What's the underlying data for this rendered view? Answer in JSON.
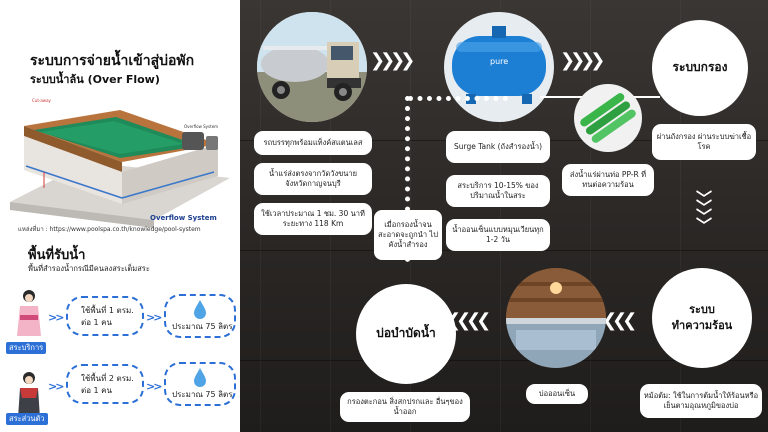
{
  "left": {
    "title": "ระบบการจ่ายน้ำเข้าสู่บ่อพัก",
    "subtitle": "ระบบน้ำล้น (Over Flow)",
    "illustration_caption": "Overflow System",
    "reference": "แหล่งที่มา : https://www.poolspa.co.th/knowledge/pool-system",
    "area_heading": "พื้นที่รับน้ำ",
    "area_subheading": "พื้นที่สำรองน้ำกรณีมีคนลงสระเต็มสระ",
    "rows": [
      {
        "tag": "สระบริการ",
        "usage_line1": "ใช้พื้นที่ 1 ตรม.",
        "usage_line2": "ต่อ 1 คน",
        "volume": "ประมาณ 75 ลิตร"
      },
      {
        "tag": "สระส่วนตัว",
        "usage_line1": "ใช้พื้นที่ 2 ตรม.",
        "usage_line2": "ต่อ 1 คน",
        "volume": "ประมาณ 75 ลิตร"
      }
    ],
    "colors": {
      "accent": "#2c6fd6"
    }
  },
  "flow": {
    "truck": {
      "icon": "water-truck-icon",
      "boxes": [
        "รถบรรทุกพร้อมแท็งค์สแตนเลส",
        "น้ำแร่ส่งตรงจากวัดวังขนาย จังหวัดกาญจนบุรี",
        "ใช้เวลาประมาณ 1 ชม. 30 นาที ระยะทาง 118 Km"
      ]
    },
    "tank": {
      "icon": "surge-tank-icon",
      "tank_brand": "pure",
      "boxes": [
        "Surge Tank (ถังสำรองน้ำ)",
        "สระบริการ 10-15% ของปริมาณน้ำในสระ",
        "น้ำออนเซ็นแบบหมุนเวียนทุก 1-2 วัน"
      ]
    },
    "pipe": {
      "icon": "ppr-pipe-icon",
      "box": "ส่งน้ำแร่ผ่านท่อ PP-R ที่ทนต่อความร้อน"
    },
    "filter": {
      "label": "ระบบกรอง",
      "box": "ผ่านถังกรอง ผ่านระบบฆ่าเชื้อโรค"
    },
    "heat": {
      "label_line1": "ระบบ",
      "label_line2": "ทำความร้อน",
      "box": "หม้อต้ม: ใช้ในการต้มน้ำให้ร้อนหรือเย็นตามอุณหภูมิของบ่อ"
    },
    "onsen": {
      "icon": "onsen-bath-icon",
      "box": "บ่อออนเซ็น"
    },
    "treatment": {
      "label": "บ่อบำบัดน้ำ",
      "box": "กรองตะกอน สิ่งสกปรกและ อื่นๆของน้ำออก"
    },
    "return_note": "เมื่อกรองน้ำจน สะอาดจะถูกนำ ไปคังน้ำสำรอง"
  }
}
